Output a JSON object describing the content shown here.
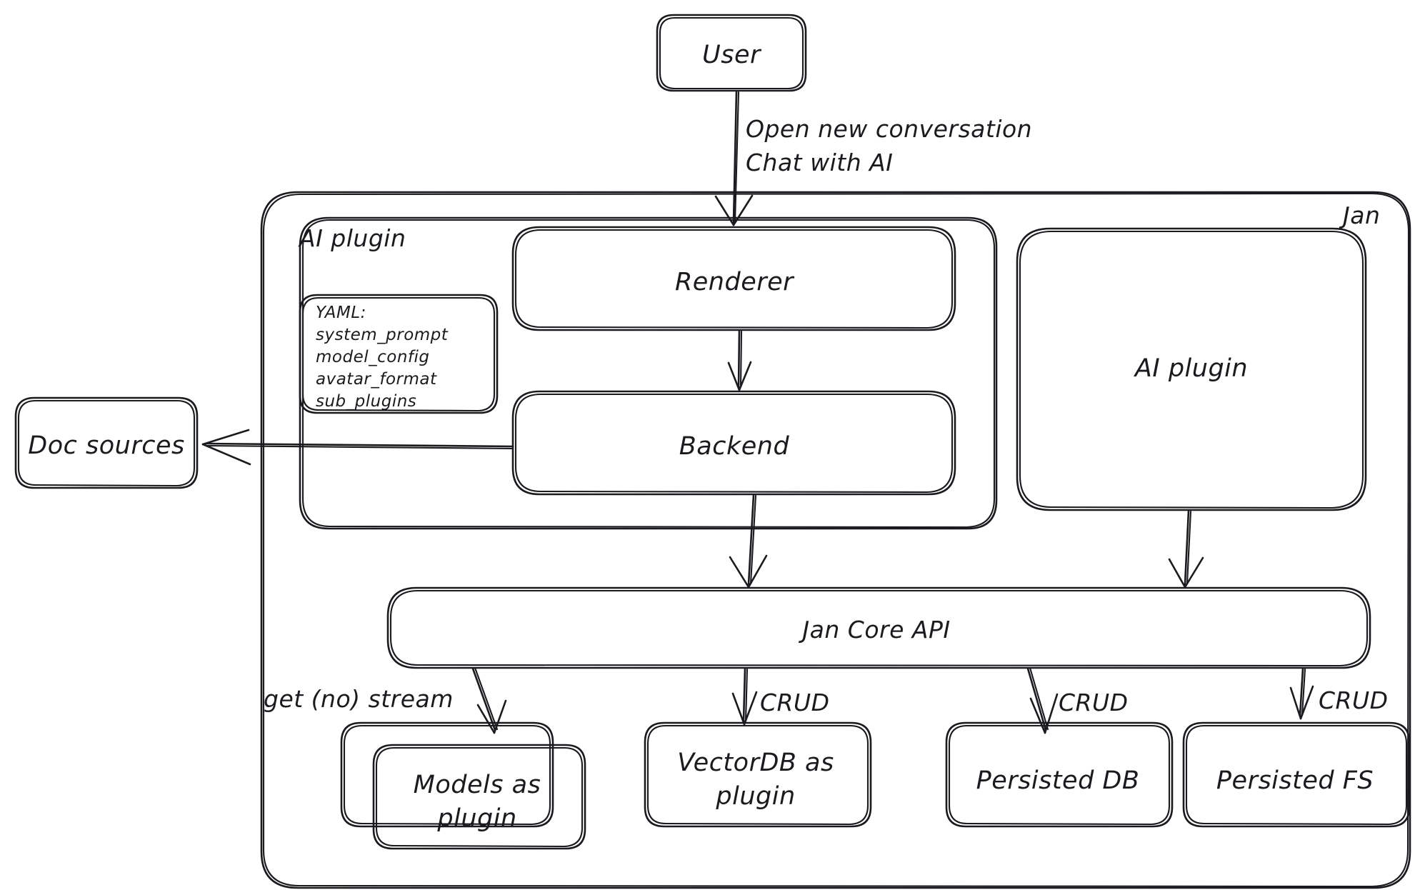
{
  "diagram": {
    "title": "Jan architecture diagram",
    "style": "hand-drawn",
    "stroke_color": "#1b1b1f",
    "background_color": "#ffffff",
    "groups": [
      {
        "id": "jan",
        "label": "Jan"
      },
      {
        "id": "ai-plugin-group",
        "label": "AI plugin"
      }
    ],
    "nodes": [
      {
        "id": "user",
        "label": "User"
      },
      {
        "id": "renderer",
        "label": "Renderer"
      },
      {
        "id": "backend",
        "label": "Backend"
      },
      {
        "id": "ai-plugin",
        "label": "AI plugin"
      },
      {
        "id": "doc-sources",
        "label": "Doc sources"
      },
      {
        "id": "jan-core-api",
        "label": "Jan Core API"
      },
      {
        "id": "models-as-plugin",
        "label": "Models as\nplugin"
      },
      {
        "id": "vectordb-as-plugin",
        "label": "VectorDB as\nplugin"
      },
      {
        "id": "persisted-db",
        "label": "Persisted DB"
      },
      {
        "id": "persisted-fs",
        "label": "Persisted FS"
      }
    ],
    "yaml_card": {
      "header": "YAML:",
      "items": [
        "system_prompt",
        "model_config",
        "avatar_format",
        "sub_plugins"
      ]
    },
    "edges": [
      {
        "id": "user-to-renderer",
        "from": "user",
        "to": "renderer",
        "label": "Open new conversation\nChat with AI"
      },
      {
        "id": "renderer-to-backend",
        "from": "renderer",
        "to": "backend",
        "label": ""
      },
      {
        "id": "backend-to-doc-sources",
        "from": "backend",
        "to": "doc-sources",
        "label": ""
      },
      {
        "id": "backend-to-core",
        "from": "backend",
        "to": "jan-core-api",
        "label": ""
      },
      {
        "id": "aiplugin-to-core",
        "from": "ai-plugin",
        "to": "jan-core-api",
        "label": ""
      },
      {
        "id": "core-to-models",
        "from": "jan-core-api",
        "to": "models-as-plugin",
        "label": "get (no) stream"
      },
      {
        "id": "core-to-vectordb",
        "from": "jan-core-api",
        "to": "vectordb-as-plugin",
        "label": "CRUD"
      },
      {
        "id": "core-to-persisted-db",
        "from": "jan-core-api",
        "to": "persisted-db",
        "label": "CRUD"
      },
      {
        "id": "core-to-persisted-fs",
        "from": "jan-core-api",
        "to": "persisted-fs",
        "label": "CRUD"
      }
    ],
    "edge_labels": {
      "user_to_renderer_line1": "Open new conversation",
      "user_to_renderer_line2": "Chat with AI",
      "get_no_stream": "get (no) stream",
      "crud_1": "CRUD",
      "crud_2": "CRUD",
      "crud_3": "CRUD"
    },
    "yaml_lines": {
      "l0": "YAML:",
      "l1": "system_prompt",
      "l2": "model_config",
      "l3": "avatar_format",
      "l4": "sub_plugins"
    },
    "node_labels": {
      "user": "User",
      "renderer": "Renderer",
      "backend": "Backend",
      "ai_plugin_box": "AI plugin",
      "ai_plugin_group": "AI plugin",
      "jan_group": "Jan",
      "doc_sources": "Doc sources",
      "jan_core_api": "Jan Core API",
      "models_as_plugin_l1": "Models as",
      "models_as_plugin_l2": "plugin",
      "vectordb_as_plugin_l1": "VectorDB as",
      "vectordb_as_plugin_l2": "plugin",
      "persisted_db": "Persisted DB",
      "persisted_fs": "Persisted FS"
    }
  }
}
